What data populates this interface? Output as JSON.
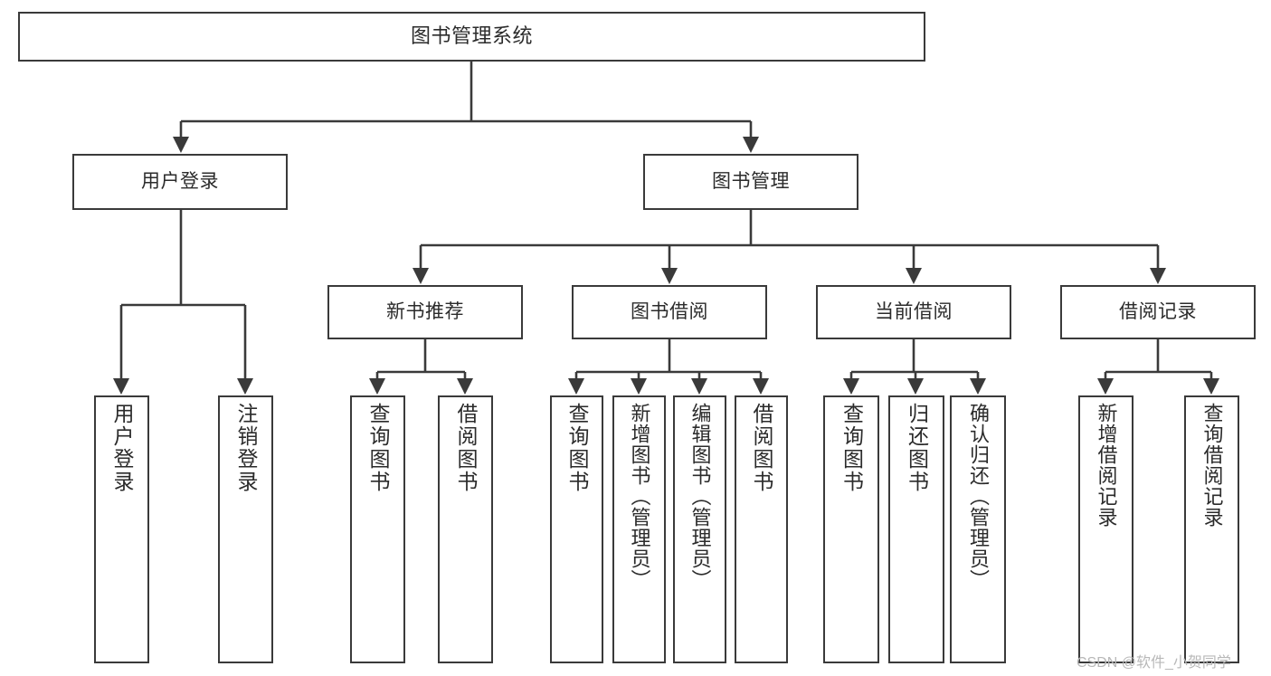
{
  "diagram": {
    "type": "tree-hierarchy",
    "title": "图书管理系统",
    "line_color": "#3a3a3a",
    "box_fill": "#ffffff",
    "text_color": "#2b2b2b",
    "watermark": {
      "text": "CSDN @软件_小贺同学",
      "color": "#b8b8b8"
    },
    "levels": [
      {
        "level": 1,
        "nodes": [
          {
            "id": "root",
            "label": "图书管理系统",
            "orientation": "horizontal"
          }
        ]
      },
      {
        "level": 2,
        "nodes": [
          {
            "id": "user-login",
            "label": "用户登录",
            "orientation": "horizontal",
            "parent": "root"
          },
          {
            "id": "book-manage",
            "label": "图书管理",
            "orientation": "horizontal",
            "parent": "root"
          }
        ]
      },
      {
        "level": 3,
        "nodes": [
          {
            "id": "new-book-rec",
            "label": "新书推荐",
            "orientation": "horizontal",
            "parent": "book-manage"
          },
          {
            "id": "book-borrow",
            "label": "图书借阅",
            "orientation": "horizontal",
            "parent": "book-manage"
          },
          {
            "id": "current-borrow",
            "label": "当前借阅",
            "orientation": "horizontal",
            "parent": "book-manage"
          },
          {
            "id": "borrow-record",
            "label": "借阅记录",
            "orientation": "horizontal",
            "parent": "book-manage"
          }
        ]
      },
      {
        "level": 4,
        "nodes": [
          {
            "id": "leaf-user-login",
            "label": "用户登录",
            "orientation": "vertical",
            "parent": "user-login"
          },
          {
            "id": "leaf-user-logout",
            "label": "注销登录",
            "orientation": "vertical",
            "parent": "user-login"
          },
          {
            "id": "leaf-rec-query",
            "label": "查询图书",
            "orientation": "vertical",
            "parent": "new-book-rec"
          },
          {
            "id": "leaf-rec-borrow",
            "label": "借阅图书",
            "orientation": "vertical",
            "parent": "new-book-rec"
          },
          {
            "id": "leaf-borrow-query",
            "label": "查询图书",
            "orientation": "vertical",
            "parent": "book-borrow"
          },
          {
            "id": "leaf-borrow-add",
            "label": "新增图书（管理员）",
            "orientation": "vertical",
            "parent": "book-borrow"
          },
          {
            "id": "leaf-borrow-edit",
            "label": "编辑图书（管理员）",
            "orientation": "vertical",
            "parent": "book-borrow"
          },
          {
            "id": "leaf-borrow-lend",
            "label": "借阅图书",
            "orientation": "vertical",
            "parent": "book-borrow"
          },
          {
            "id": "leaf-current-query",
            "label": "查询图书",
            "orientation": "vertical",
            "parent": "current-borrow"
          },
          {
            "id": "leaf-current-return",
            "label": "归还图书",
            "orientation": "vertical",
            "parent": "current-borrow"
          },
          {
            "id": "leaf-current-confirm",
            "label": "确认归还（管理员）",
            "orientation": "vertical",
            "parent": "current-borrow"
          },
          {
            "id": "leaf-record-add",
            "label": "新增借阅记录",
            "orientation": "vertical",
            "parent": "borrow-record"
          },
          {
            "id": "leaf-record-query",
            "label": "查询借阅记录",
            "orientation": "vertical",
            "parent": "borrow-record"
          }
        ]
      }
    ]
  }
}
